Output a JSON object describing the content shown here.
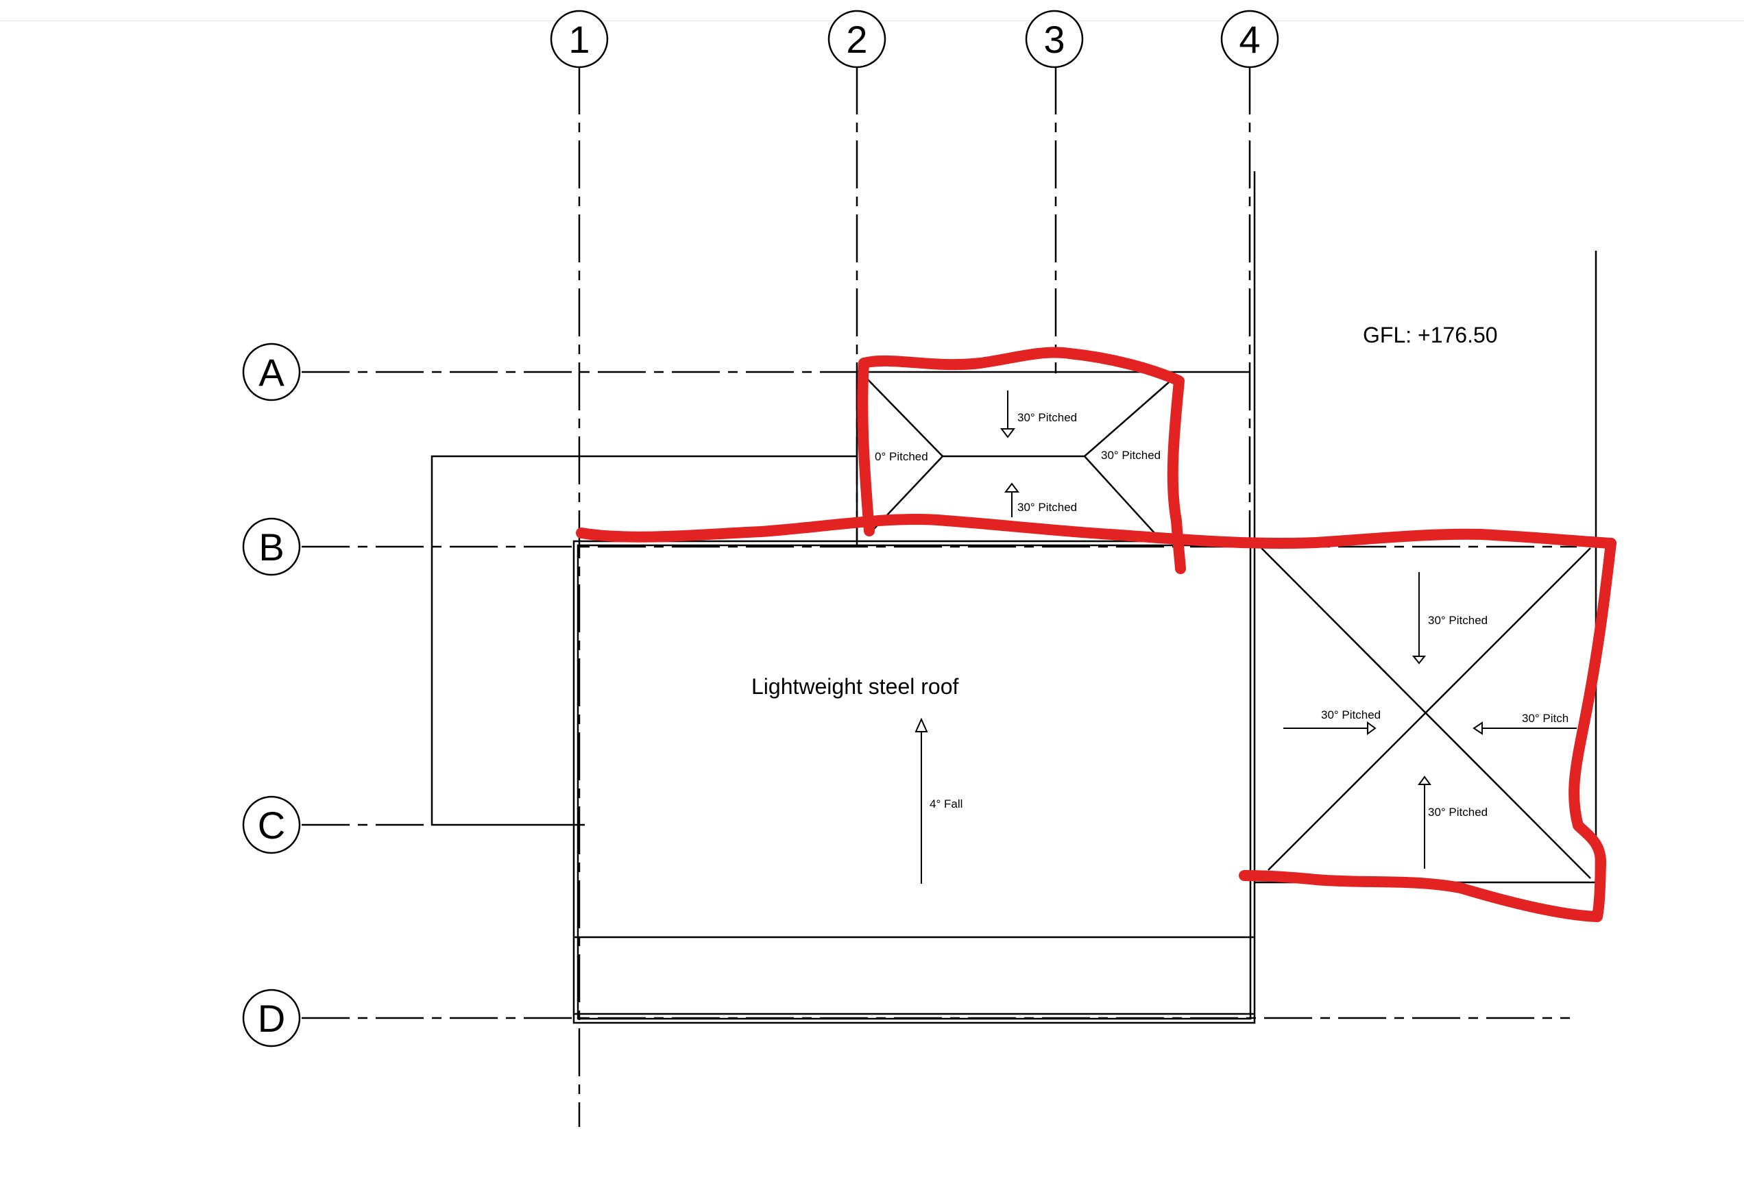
{
  "grid": {
    "columns": [
      "1",
      "2",
      "3",
      "4"
    ],
    "rows": [
      "A",
      "B",
      "C",
      "D"
    ]
  },
  "labels": {
    "level": "GFL: +176.50",
    "main_roof": "Lightweight steel roof",
    "main_fall": "4° Fall",
    "top_roof": {
      "top": "30° Pitched",
      "bottom": "30° Pitched",
      "left": "0° Pitched",
      "right": "30° Pitched"
    },
    "right_roof": {
      "top": "30° Pitched",
      "bottom": "30° Pitched",
      "left": "30° Pitched",
      "right": "30° Pitch"
    }
  },
  "colors": {
    "line": "#000000",
    "markup": "#e32222"
  }
}
